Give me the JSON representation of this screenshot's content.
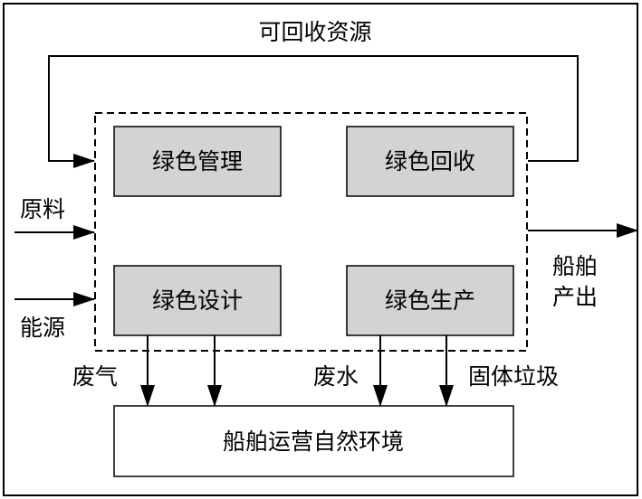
{
  "labels": {
    "recyclable": "可回收资源",
    "raw_material": "原料",
    "energy": "能源",
    "exhaust_gas": "废气",
    "waste_water": "废水",
    "solid_waste": "固体垃圾",
    "ship_output_line1": "船舶",
    "ship_output_line2": "产出"
  },
  "boxes": {
    "green_management": "绿色管理",
    "green_recycling": "绿色回收",
    "green_design": "绿色设计",
    "green_production": "绿色生产",
    "environment": "船舶运营自然环境"
  },
  "colors": {
    "inner_box_fill": "#d3d3d3",
    "stroke": "#000000",
    "background": "#ffffff"
  }
}
